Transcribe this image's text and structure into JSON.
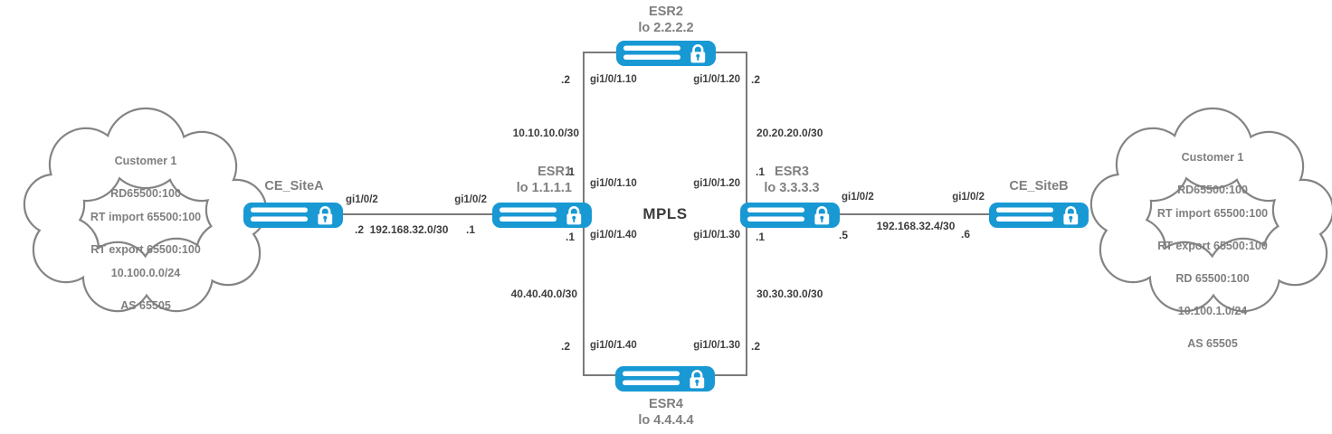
{
  "diagram": {
    "core_label": "MPLS"
  },
  "colors": {
    "router_blue": "#1899d4",
    "label_gray": "#7f7f7f",
    "line_gray": "#7a7a7a",
    "text_dark": "#404040"
  },
  "icons": {
    "router": "router-lock-icon",
    "lock": "lock-icon",
    "cloud": "cloud-shape"
  },
  "clouds": {
    "left": {
      "title": "Customer 1",
      "rd": "RD65500:100",
      "rt_import": "RT import 65500:100",
      "rt_export": "RT export 65500:100",
      "subnet": "10.100.0.0/24",
      "asn": "AS 65505"
    },
    "right": {
      "title": "Customer 1",
      "rd": "RD65500:100",
      "rt_import": "RT import 65500:100",
      "rt_export": "RT export 65500:100",
      "rd2": "RD 65500:100",
      "subnet": "10.100.1.0/24",
      "asn": "AS 65505"
    }
  },
  "devices": {
    "ce_site_a": {
      "name": "CE_SiteA"
    },
    "esr1": {
      "name": "ESR1",
      "loopback": "lo 1.1.1.1"
    },
    "esr2": {
      "name": "ESR2",
      "loopback": "lo 2.2.2.2"
    },
    "esr3": {
      "name": "ESR3",
      "loopback": "lo 3.3.3.3"
    },
    "esr4": {
      "name": "ESR4",
      "loopback": "lo 4.4.4.4"
    },
    "ce_site_b": {
      "name": "CE_SiteB"
    }
  },
  "links": {
    "a_to_esr1": {
      "if_a": "gi1/0/2",
      "if_b": "gi1/0/2",
      "ip_a": ".2",
      "subnet": "192.168.32.0/30",
      "ip_b": ".1"
    },
    "esr3_to_b": {
      "if_a": "gi1/0/2",
      "if_b": "gi1/0/2",
      "ip_a": ".5",
      "subnet": "192.168.32.4/30",
      "ip_b": ".6"
    },
    "esr2_to_esr1": {
      "if_a": "gi1/0/1.10",
      "if_b": "gi1/0/1.10",
      "ip_a": ".2",
      "subnet": "10.10.10.0/30",
      "ip_b": ".1"
    },
    "esr2_to_esr3": {
      "if_a": "gi1/0/1.20",
      "if_b": "gi1/0/1.20",
      "ip_a": ".2",
      "subnet": "20.20.20.0/30",
      "ip_b": ".1"
    },
    "esr1_to_esr4": {
      "if_a": "gi1/0/1.40",
      "if_b": "gi1/0/1.40",
      "ip_a": ".1",
      "subnet": "40.40.40.0/30",
      "ip_b": ".2"
    },
    "esr3_to_esr4": {
      "if_a": "gi1/0/1.30",
      "if_b": "gi1/0/1.30",
      "ip_a": ".1",
      "subnet": "30.30.30.0/30",
      "ip_b": ".2"
    }
  }
}
